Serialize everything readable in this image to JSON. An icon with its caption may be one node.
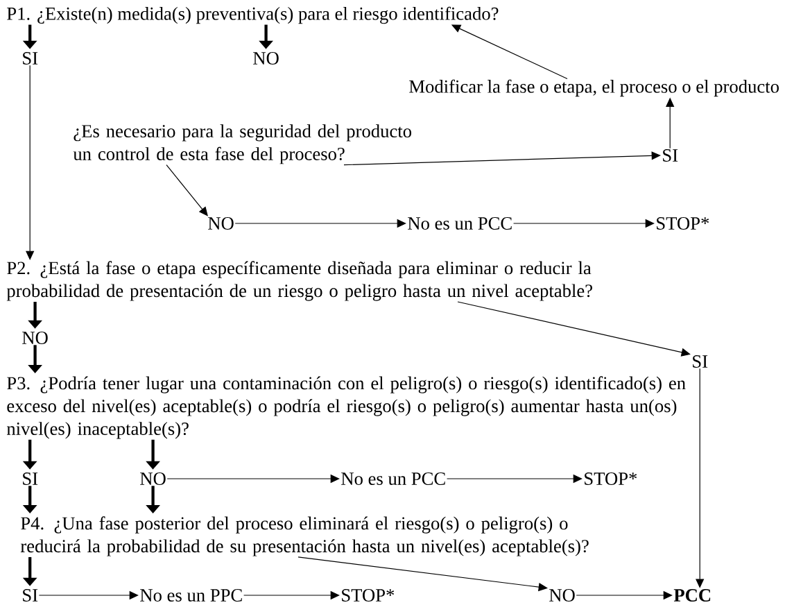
{
  "diagram": {
    "nodes": [
      {
        "text": [
          "P1. ¿Existe(n) medida(s) preventiva(s) para el riesgo identificado?"
        ]
      },
      {
        "text": [
          "SI"
        ]
      },
      {
        "text": [
          "NO"
        ]
      },
      {
        "text": [
          "Modificar la fase o etapa, el proceso o el producto"
        ]
      },
      {
        "text": [
          "¿Es necesario para la seguridad del producto un control de esta fase del proceso?"
        ]
      },
      {
        "text": [
          "SI"
        ]
      },
      {
        "text": [
          "NO"
        ]
      },
      {
        "text": [
          "No es un PCC"
        ]
      },
      {
        "text": [
          "STOP*"
        ]
      },
      {
        "text": [
          "P2. ¿Está la fase o etapa específicamente diseñada para eliminar o reducir la probabilidad de presentación de un riesgo o peligro hasta un nivel aceptable?"
        ]
      },
      {
        "text": [
          "NO"
        ]
      },
      {
        "text": [
          "SI"
        ]
      },
      {
        "text": [
          "P3. ¿Podría tener lugar una contaminación con el peligro(s) o riesgo(s) identificado(s) en exceso del nivel(es) aceptable(s) o podría el riesgo(s) o peligro(s) aumentar hasta un(os) nivel(es) inaceptable(s)?"
        ]
      },
      {
        "text": [
          "SI"
        ]
      },
      {
        "text": [
          "NO"
        ]
      },
      {
        "text": [
          "No es un PCC"
        ]
      },
      {
        "text": [
          "STOP*"
        ]
      },
      {
        "text": [
          "P4. ¿Una fase posterior del proceso eliminará el riesgo(s) o peligro(s) o reducirá la probabilidad de su presentación hasta un nivel(es) aceptable(s)?"
        ]
      },
      {
        "text": [
          "SI"
        ]
      },
      {
        "text": [
          "No es un PPC"
        ]
      },
      {
        "text": [
          "STOP*"
        ]
      },
      {
        "text": [
          "NO"
        ]
      },
      {
        "text": [
          "**PCC**"
        ]
      }
    ],
    "edges": [
      {
        "from": 0,
        "to": 1,
        "arrow": "to",
        "style": "thick"
      },
      {
        "from": 0,
        "to": 2,
        "arrow": "to",
        "style": "thick"
      },
      {
        "from": 3,
        "to": 0,
        "arrow": "to"
      },
      {
        "from": 5,
        "to": 3,
        "arrow": "to"
      },
      {
        "from": 4,
        "to": 5,
        "arrow": "to"
      },
      {
        "from": 4,
        "to": 6,
        "arrow": "to"
      },
      {
        "from": 1,
        "to": 9,
        "arrow": "to"
      },
      {
        "from": 6,
        "to": 7,
        "arrow": "to"
      },
      {
        "from": 7,
        "to": 8,
        "arrow": "to"
      },
      {
        "from": 9,
        "to": 10,
        "arrow": "to",
        "style": "thick"
      },
      {
        "from": 10,
        "to": 12,
        "arrow": "to",
        "style": "thick"
      },
      {
        "from": 9,
        "to": 11,
        "arrow": "to"
      },
      {
        "from": 11,
        "to": 22,
        "arrow": "to"
      },
      {
        "from": 12,
        "to": 13,
        "arrow": "to",
        "style": "thick"
      },
      {
        "from": 12,
        "to": 14,
        "arrow": "to",
        "style": "thick"
      },
      {
        "from": 14,
        "to": 15,
        "arrow": "to"
      },
      {
        "from": 15,
        "to": 16,
        "arrow": "to"
      },
      {
        "from": 13,
        "to": 17,
        "arrow": "to",
        "style": "thick"
      },
      {
        "from": 14,
        "to": 17,
        "arrow": "to",
        "style": "thick"
      },
      {
        "from": 17,
        "to": 18,
        "arrow": "to",
        "style": "thick"
      },
      {
        "from": 18,
        "to": 19,
        "arrow": "to"
      },
      {
        "from": 19,
        "to": 20,
        "arrow": "to"
      },
      {
        "from": 17,
        "to": 21,
        "arrow": "to"
      },
      {
        "from": 21,
        "to": 22,
        "arrow": "to"
      }
    ]
  }
}
